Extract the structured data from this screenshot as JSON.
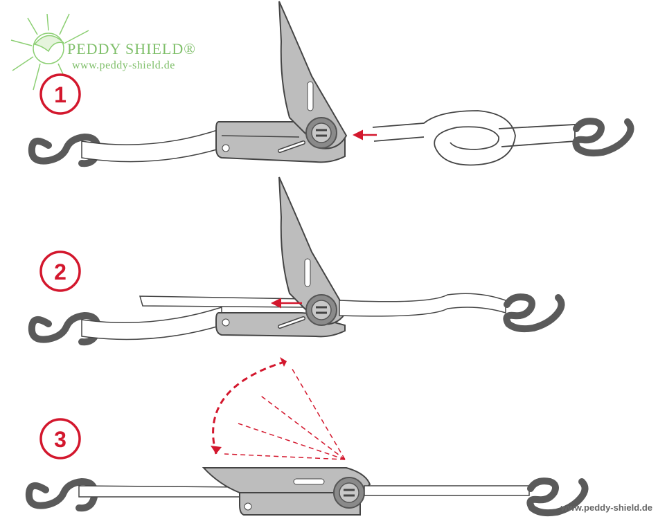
{
  "branding": {
    "brand_name": "PEDDY SHIELD®",
    "brand_url": "www.peddy-shield.de",
    "watermark": "www.peddy-shield.de"
  },
  "steps": [
    {
      "number": "1"
    },
    {
      "number": "2"
    },
    {
      "number": "3"
    }
  ],
  "colors": {
    "accent_red": "#d3172d",
    "metal": "#b9b9b9",
    "hook": "#5a5a5a",
    "logo_green": "#7fbf6a"
  }
}
